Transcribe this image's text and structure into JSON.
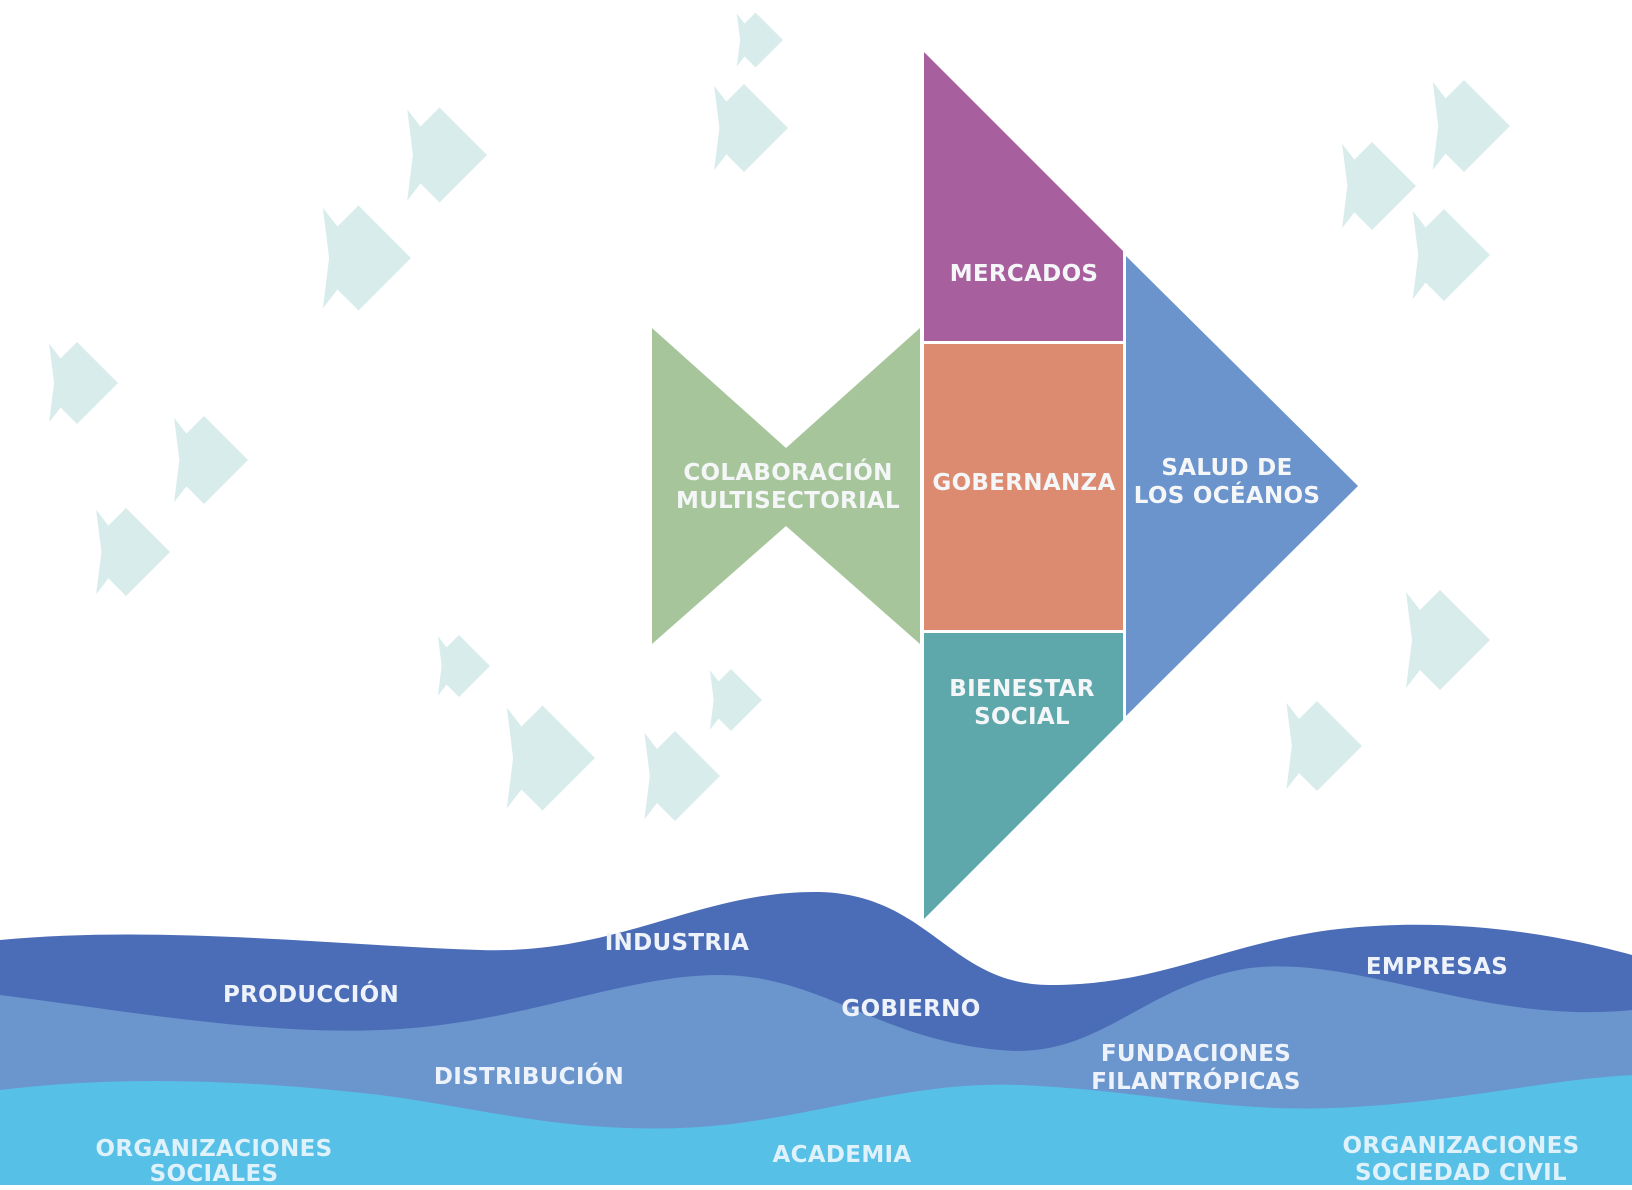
{
  "colors": {
    "background": "#ffffff",
    "decor_fish": "#d8ecec",
    "mercados": "#a75f9e",
    "gobernanza": "#dc8a70",
    "bienestar": "#5ea8ab",
    "colaboracion": "#a7c59b",
    "salud": "#6b94cd",
    "wave_back": "#4b6cb6",
    "wave_mid": "#6b95cd",
    "wave_front": "#56c0e6"
  },
  "fish": {
    "mercados": "MERCADOS",
    "gobernanza": "GOBERNANZA",
    "bienestar": {
      "line1": "BIENESTAR",
      "line2": "SOCIAL"
    },
    "colaboracion": {
      "line1": "COLABORACIÓN",
      "line2": "MULTISECTORIAL"
    },
    "salud": {
      "line1": "SALUD DE",
      "line2": "LOS OCÉANOS"
    }
  },
  "waves": {
    "back": {
      "produccion": "PRODUCCIÓN",
      "industria": "INDUSTRIA",
      "gobierno": "GOBIERNO",
      "empresas": "EMPRESAS"
    },
    "mid": {
      "distribucion": "DISTRIBUCIÓN",
      "fundaciones": {
        "line1": "FUNDACIONES",
        "line2": "FILANTRÓPICAS"
      }
    },
    "front": {
      "org_sociales": {
        "line1": "ORGANIZACIONES",
        "line2": "SOCIALES"
      },
      "academia": "ACADEMIA",
      "org_civil": {
        "line1": "ORGANIZACIONES",
        "line2": "SOCIEDAD CIVIL"
      }
    }
  }
}
